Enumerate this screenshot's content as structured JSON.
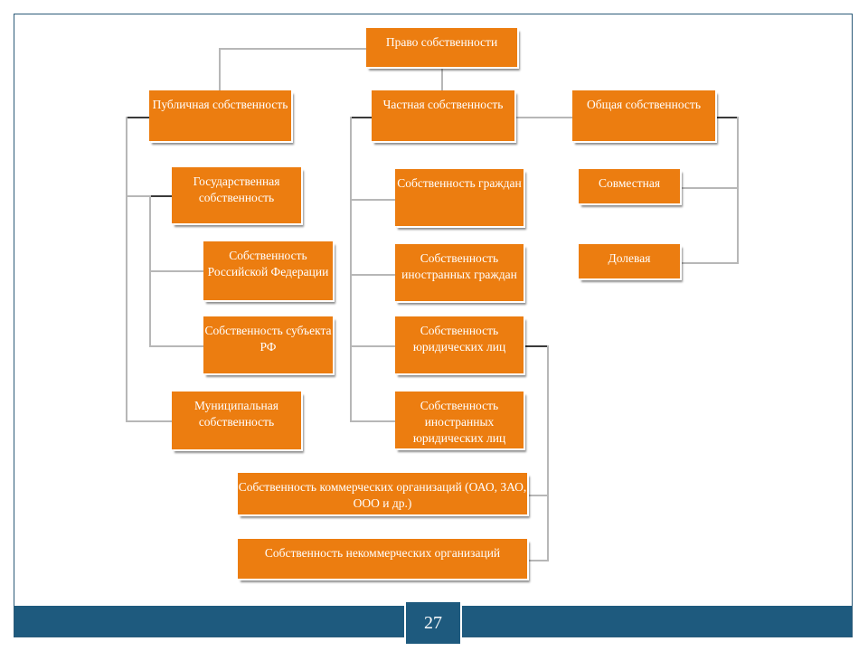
{
  "diagram": {
    "root": "Право собственности",
    "public": {
      "label": "Публичная собственность",
      "state": "Государственная собственность",
      "rf": "Собственность Российской Федерации",
      "subject": "Собственность субъекта РФ",
      "municipal": "Муниципальная собственность"
    },
    "private": {
      "label": "Частная собственность",
      "citizens": "Собственность граждан",
      "foreign_citizens": "Собственность иностранных граждан",
      "legal": "Собственность юридических лиц",
      "foreign_legal": "Собственность иностранных юридических лиц",
      "commercial": "Собственность коммерческих организаций (ОАО, ЗАО, ООО и др.)",
      "noncommercial": "Собственность некоммерческих организаций"
    },
    "common": {
      "label": "Общая собственность",
      "joint": "Совместная",
      "shared": "Долевая"
    }
  },
  "footer": {
    "page_number": "27"
  },
  "colors": {
    "box": "#ec7d10",
    "footer": "#1e5a7e",
    "line": "#b7b7b7"
  }
}
